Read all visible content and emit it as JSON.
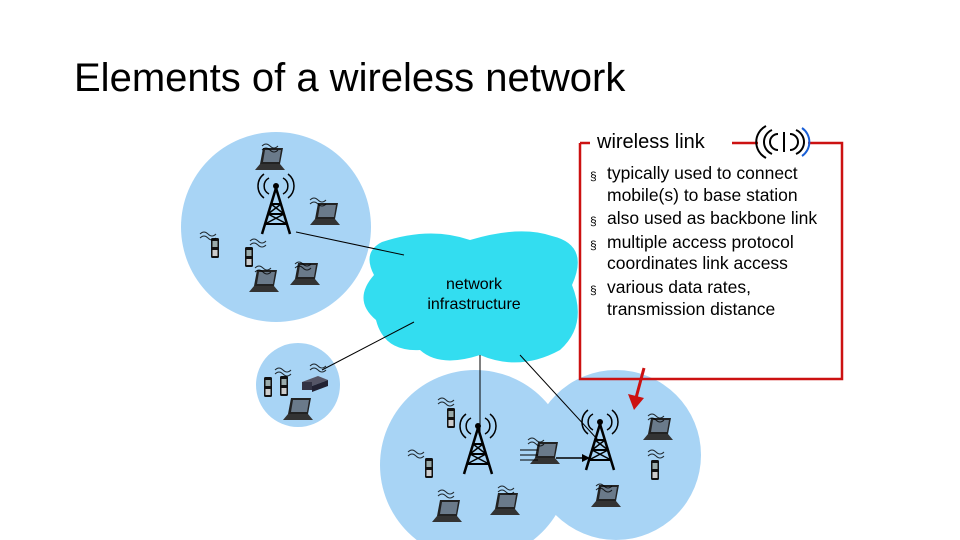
{
  "slide": {
    "title": "Elements of a wireless network"
  },
  "diagram": {
    "cloud_label_line1": "network",
    "cloud_label_line2": "infrastructure",
    "callout_title": "wireless link",
    "bullets": [
      "typically used to connect mobile(s) to base station",
      "also used as backbone link",
      "multiple access protocol coordinates link access",
      "various data rates, transmission distance"
    ],
    "bullet_marker": "§",
    "colors": {
      "cell": "#a8d4f5",
      "cloud": "#33ddf0",
      "callout_border": "#cc1111",
      "arrow": "#cc1111",
      "wire": "#000000"
    },
    "icons": [
      "tower-icon",
      "laptop-icon",
      "phone-icon",
      "router-icon",
      "wireless-link-icon"
    ]
  }
}
